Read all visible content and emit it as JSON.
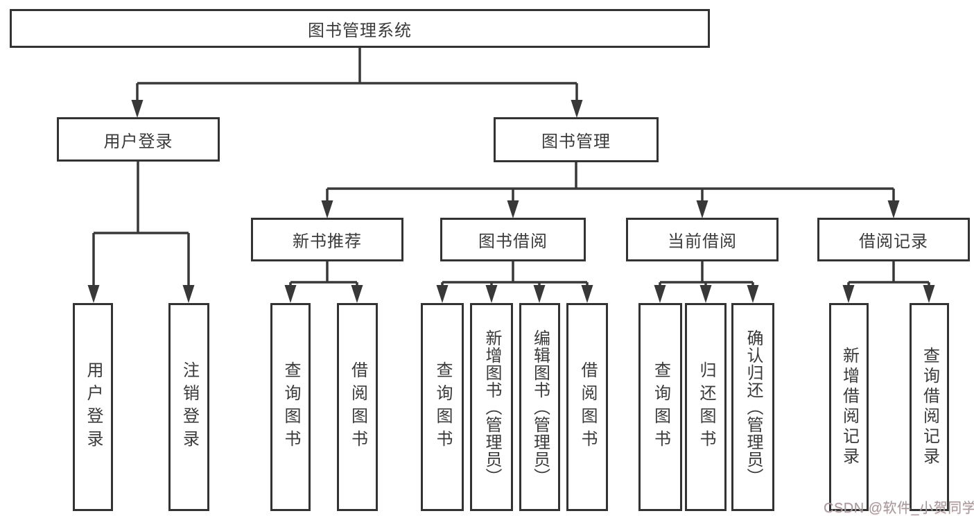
{
  "colors": {
    "line": "#383838",
    "box_border": "#333333",
    "text": "#3a3a3a",
    "watermark": "#a29a9c",
    "background": "#ffffff"
  },
  "tree": {
    "root": {
      "label": "图书管理系统"
    },
    "level2": [
      {
        "label": "用户登录"
      },
      {
        "label": "图书管理"
      }
    ],
    "level3": [
      {
        "label": "新书推荐"
      },
      {
        "label": "图书借阅"
      },
      {
        "label": "当前借阅"
      },
      {
        "label": "借阅记录"
      }
    ],
    "leaves": {
      "user_login": [
        "用户登录",
        "注销登录"
      ],
      "new_books": [
        "查询图书",
        "借阅图书"
      ],
      "book_borrow": [
        "查询图书",
        "新增图书（管理员）",
        "编辑图书（管理员）",
        "借阅图书"
      ],
      "current_borrow": [
        "查询图书",
        "归还图书",
        "确认归还（管理员）"
      ],
      "borrow_records": [
        "新增借阅记录",
        "查询借阅记录"
      ]
    }
  },
  "watermark": {
    "text": "CSDN @软件_小贺同学"
  }
}
